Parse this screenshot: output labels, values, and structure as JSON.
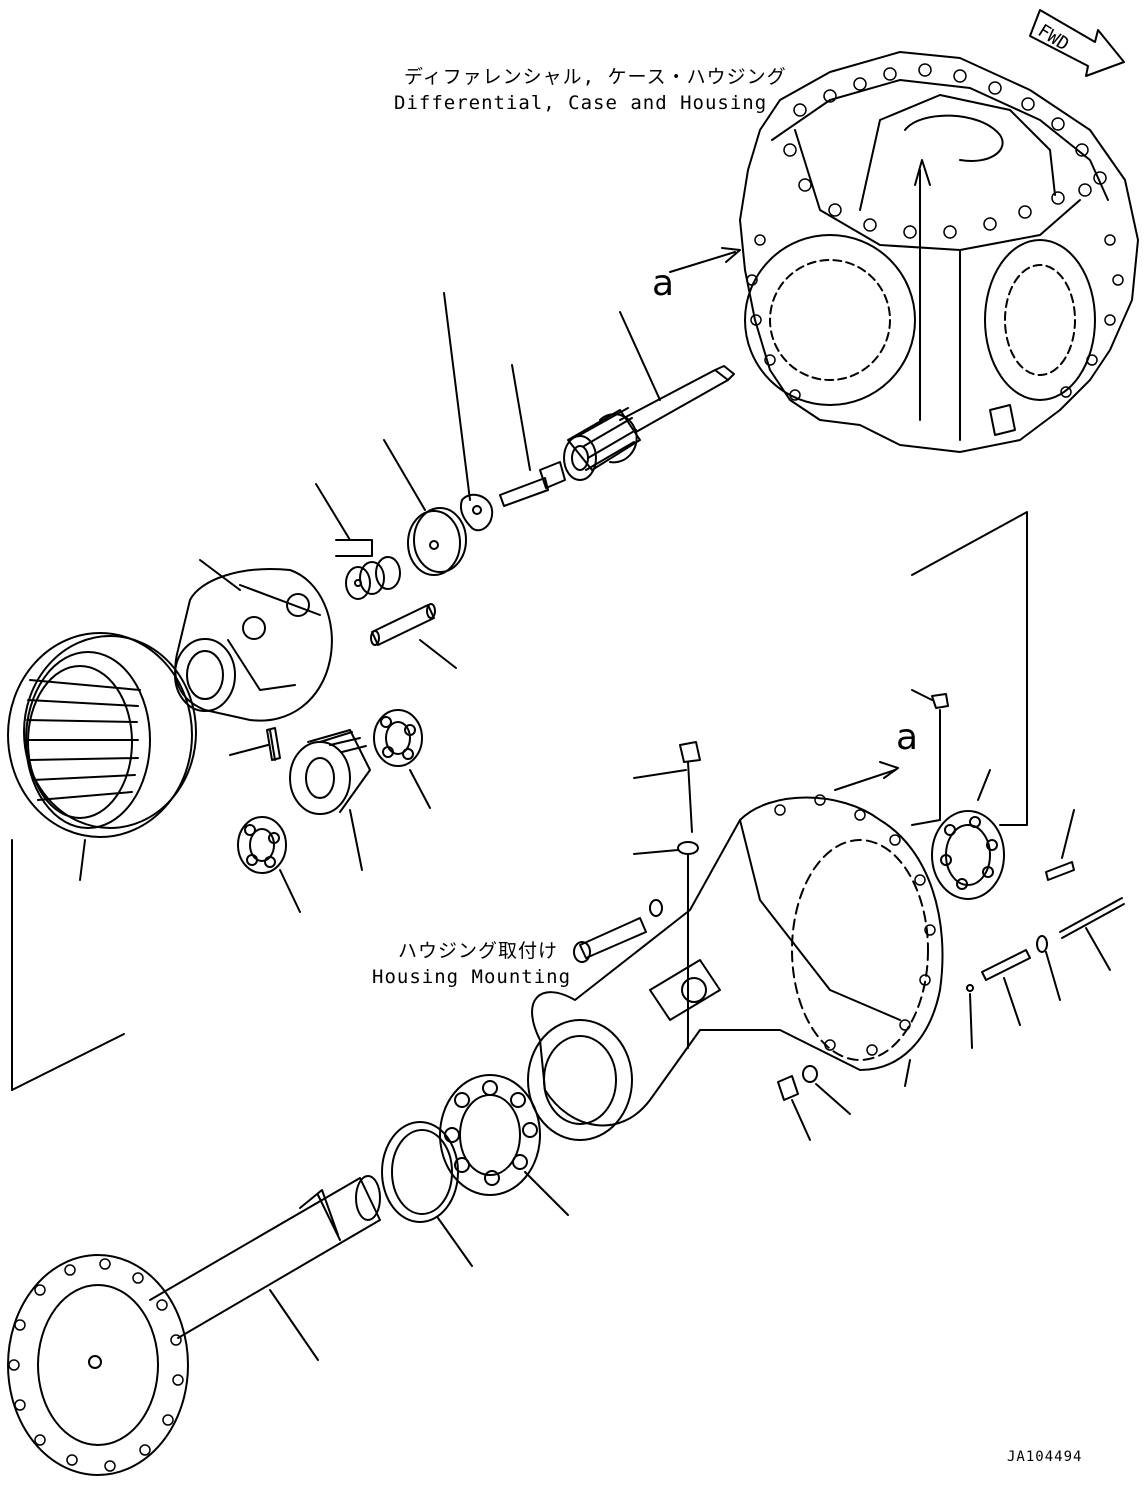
{
  "diagram": {
    "title_jp": "ディファレンシャル, ケース・ハウジング",
    "title_en": "Differential, Case and Housing",
    "mount_jp": "ハウジング取付け",
    "mount_en": "Housing Mounting",
    "direction_label": "FWD",
    "ref_mark_a1": "a",
    "ref_mark_a2": "a",
    "drawing_code": "JA104494"
  }
}
